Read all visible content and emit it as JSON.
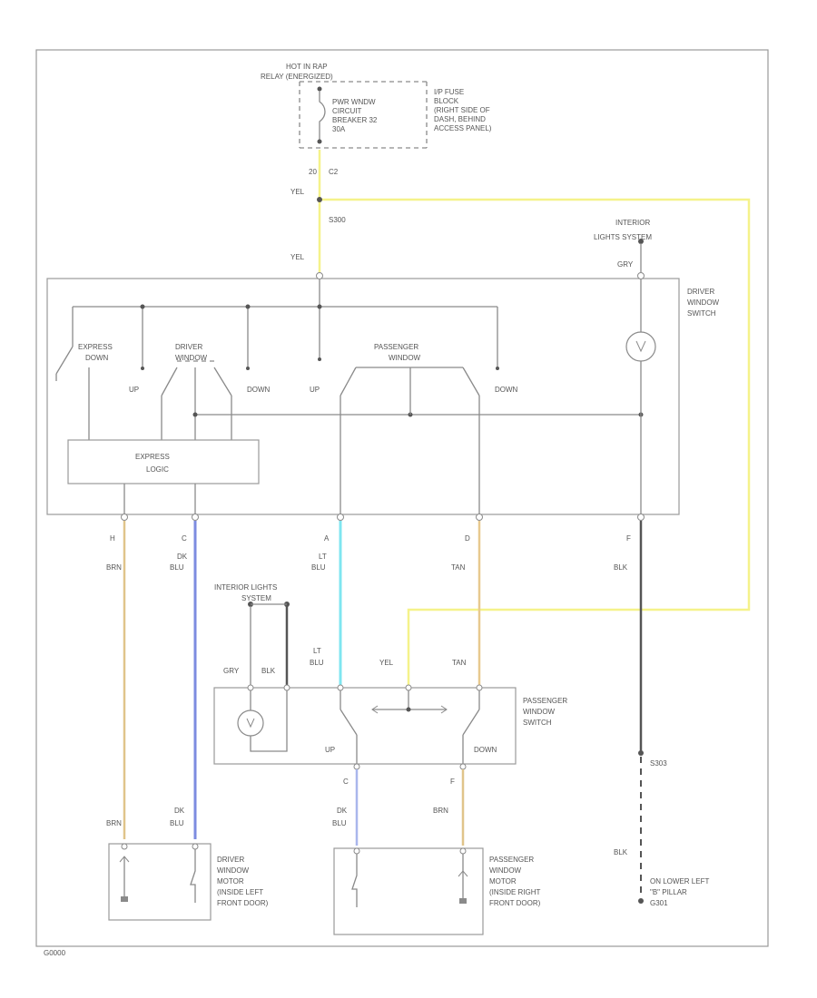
{
  "colors": {
    "yellow": "#f5f28a",
    "tan": "#e8c98f",
    "dark_blue": "#7d8ce0",
    "light_blue": "#7fe6f0",
    "black": "#555555",
    "brown": "#e0c48a",
    "blue": "#a9b6ec"
  },
  "power": {
    "hot_label_1": "HOT IN RAP",
    "hot_label_2": "RELAY (ENERGIZED)",
    "breaker_1": "PWR WNDW",
    "breaker_2": "CIRCUIT",
    "breaker_3": "BREAKER 32",
    "breaker_4": "30A",
    "fuse_1": "I/P FUSE",
    "fuse_2": "BLOCK",
    "fuse_3": "(RIGHT SIDE OF",
    "fuse_4": "DASH, BEHIND",
    "fuse_5": "ACCESS PANEL)",
    "pin_num": "20",
    "pin_conn": "C2",
    "wire_yel": "YEL",
    "splice": "S300",
    "wire_yel_2": "YEL"
  },
  "illumination_top": {
    "label_1": "INTERIOR",
    "label_2": "LIGHTS SYSTEM",
    "wire": "GRY"
  },
  "driver_switch": {
    "title_1": "DRIVER",
    "title_2": "WINDOW",
    "title_3": "SWITCH",
    "express_down_1": "EXPRESS",
    "express_down_2": "DOWN",
    "driver_sw_1": "DRIVER",
    "driver_sw_2": "WINDOW",
    "up_1": "UP",
    "down_1": "DOWN",
    "up_2": "UP",
    "pass_sw_1": "PASSENGER",
    "pass_sw_2": "WINDOW",
    "down_2": "DOWN",
    "logic_1": "EXPRESS",
    "logic_2": "LOGIC"
  },
  "wires": {
    "h_pin": "H",
    "h_color": "BRN",
    "c_pin": "C",
    "c_color_1": "DK",
    "c_color_2": "BLU",
    "a_pin": "A",
    "a_color_1": "LT",
    "a_color_2": "BLU",
    "d_pin": "D",
    "d_color": "TAN",
    "f_pin": "F",
    "f_color": "BLK"
  },
  "passenger_switch": {
    "interior_lights": "INTERIOR LIGHTS",
    "interior_lights_2": "SYSTEM",
    "gry": "GRY",
    "blk": "BLK",
    "lt_1": "LT",
    "blu": "BLU",
    "yel": "YEL",
    "tan": "TAN",
    "title_1": "PASSENGER",
    "title_2": "WINDOW",
    "title_3": "SWITCH",
    "up": "UP",
    "down": "DOWN",
    "pin_c": "C",
    "pin_f": "F"
  },
  "motors": {
    "brn": "BRN",
    "dk": "DK",
    "blu": "BLU",
    "driver_1": "DRIVER",
    "driver_2": "WINDOW",
    "driver_3": "MOTOR",
    "driver_4": "(INSIDE LEFT",
    "driver_5": "FRONT DOOR)",
    "pdk": "DK",
    "pblu": "BLU",
    "pbrn": "BRN",
    "pass_1": "PASSENGER",
    "pass_2": "WINDOW",
    "pass_3": "MOTOR",
    "pass_4": "(INSIDE RIGHT",
    "pass_5": "FRONT DOOR)"
  },
  "ground": {
    "splice": "S303",
    "wire": "BLK",
    "loc_1": "ON LOWER LEFT",
    "loc_2": "\"B\" PILLAR",
    "loc_3": "G301"
  },
  "footer": {
    "code": "G0000"
  }
}
